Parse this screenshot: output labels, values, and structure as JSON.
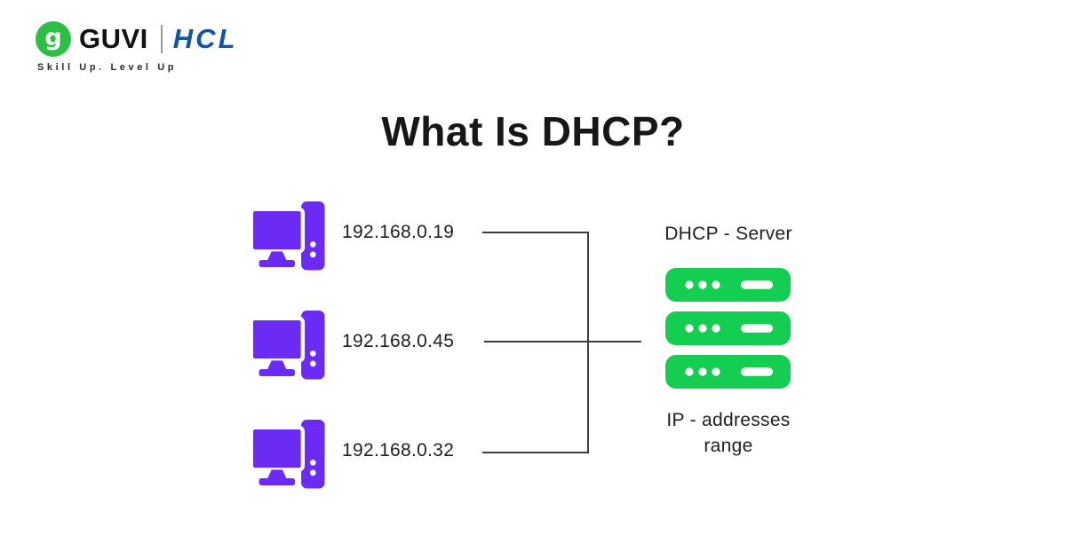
{
  "brand": {
    "logo_glyph": "g",
    "guvi_label": "GUVI",
    "partner_label": "HCL",
    "tagline": "Skill Up. Level Up"
  },
  "title": "What Is DHCP?",
  "clients": [
    {
      "ip": "192.168.0.19"
    },
    {
      "ip": "192.168.0.45"
    },
    {
      "ip": "192.168.0.32"
    }
  ],
  "server": {
    "label": "DHCP - Server",
    "caption_line1": "IP - addresses",
    "caption_line2": "range",
    "unit_count": "3"
  },
  "colors": {
    "computer_purple": "#6B2BF5",
    "server_green": "#14CE51",
    "logo_green": "#2DBE46",
    "hcl_blue": "#1553A5",
    "connector_gray": "#3d3d3d"
  }
}
